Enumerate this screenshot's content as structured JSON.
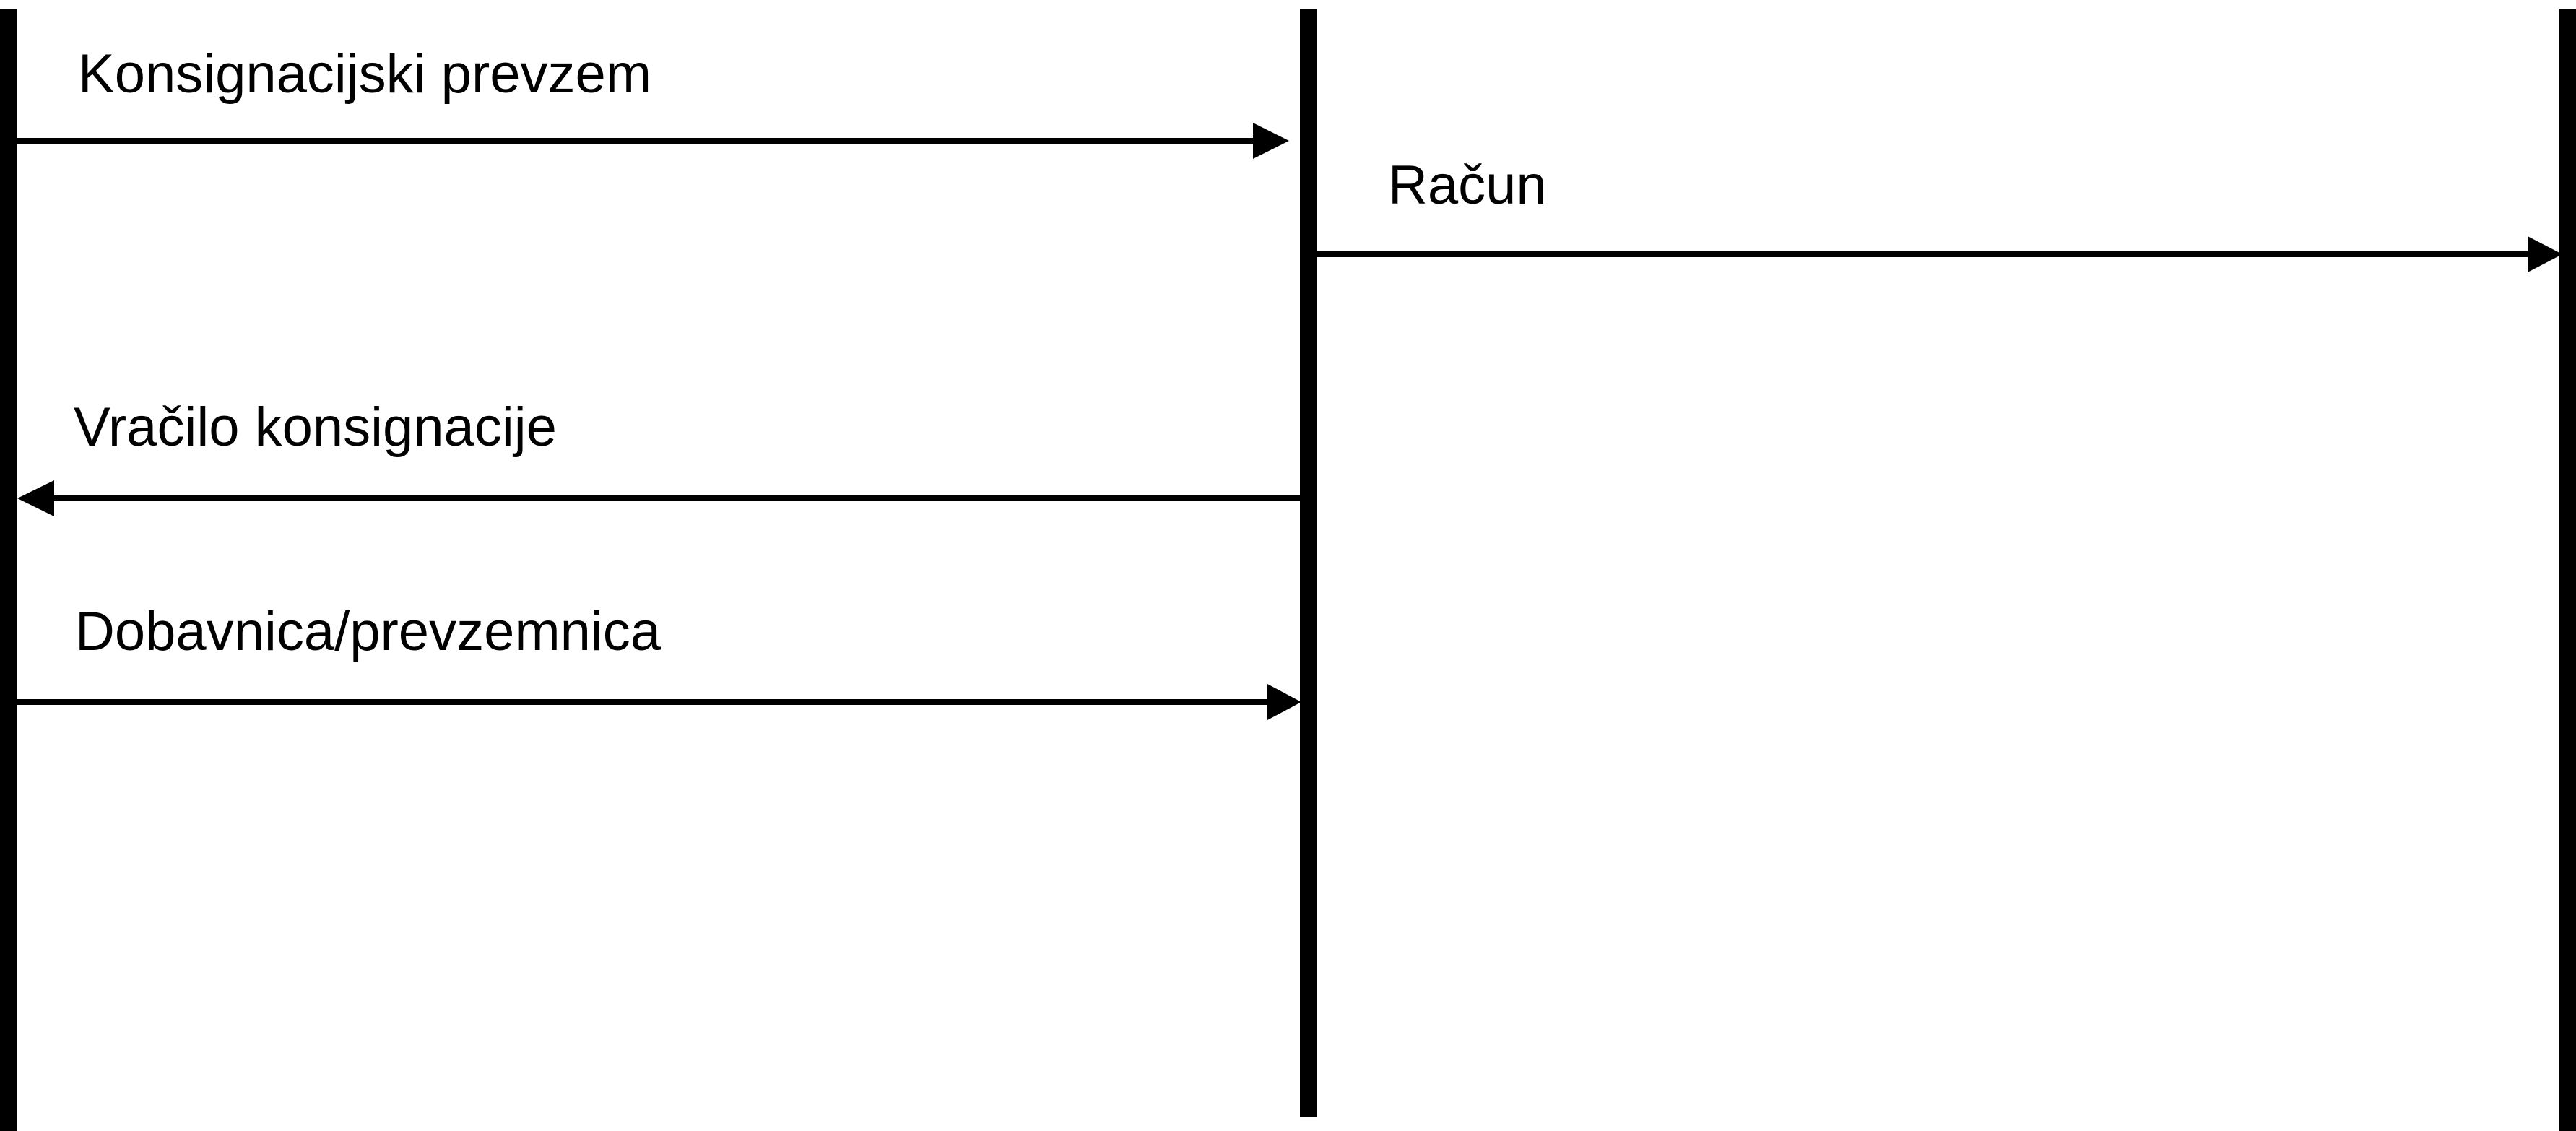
{
  "diagram": {
    "type": "sequence",
    "lifelines": [
      {
        "id": "left"
      },
      {
        "id": "middle"
      },
      {
        "id": "right"
      }
    ],
    "messages": [
      {
        "label": "Konsignacijski prevzem",
        "from": "left",
        "to": "middle"
      },
      {
        "label": "Račun",
        "from": "middle",
        "to": "right"
      },
      {
        "label": "Vračilo konsignacije",
        "from": "middle",
        "to": "left"
      },
      {
        "label": "Dobavnica/prevzemnica",
        "from": "left",
        "to": "middle"
      }
    ],
    "colors": {
      "line": "#000000",
      "background": "#ffffff"
    }
  }
}
